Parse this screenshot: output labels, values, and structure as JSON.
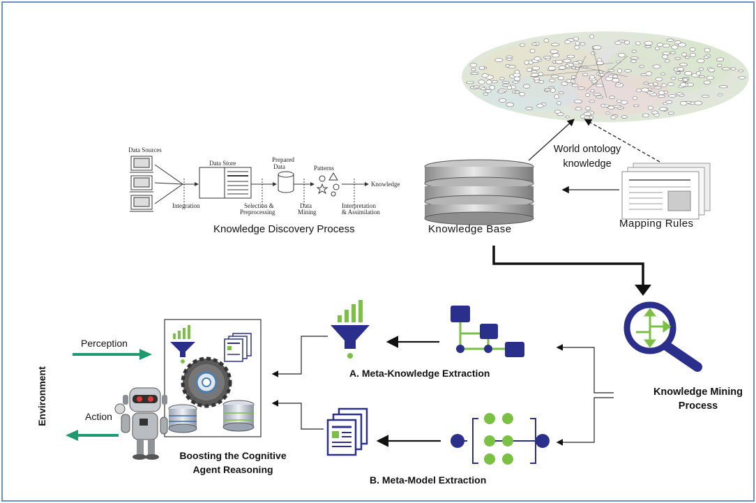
{
  "kdd": {
    "data_sources": "Data Sources",
    "data_store": "Data Store",
    "prepared_data_1": "Prepared",
    "prepared_data_2": "Data",
    "patterns": "Patterns",
    "knowledge": "Knowledge",
    "integration": "Integration",
    "selection_1": "Selection &",
    "selection_2": "Preprocessing",
    "data_mining_1": "Data",
    "data_mining_2": "Mining",
    "interp_1": "Interpretation",
    "interp_2": "& Assimilation",
    "caption": "Knowledge Discovery Process"
  },
  "ontology": {
    "label_1": "World ontology",
    "label_2": "knowledge"
  },
  "knowledge_base": "Knowledge Base",
  "mapping_rules": "Mapping Rules",
  "mining": {
    "label_1": "Knowledge Mining",
    "label_2": "Process"
  },
  "meta_knowledge": "A. Meta-Knowledge Extraction",
  "meta_model": "B. Meta-Model Extraction",
  "agent": {
    "perception": "Perception",
    "action": "Action",
    "environment": "Environment",
    "boost_1": "Boosting the Cognitive",
    "boost_2": "Agent Reasoning"
  },
  "colors": {
    "border": "#6f8fbf",
    "navy": "#2a2f8c",
    "green": "#7ac143",
    "teal_arrow": "#1e9a6e"
  }
}
